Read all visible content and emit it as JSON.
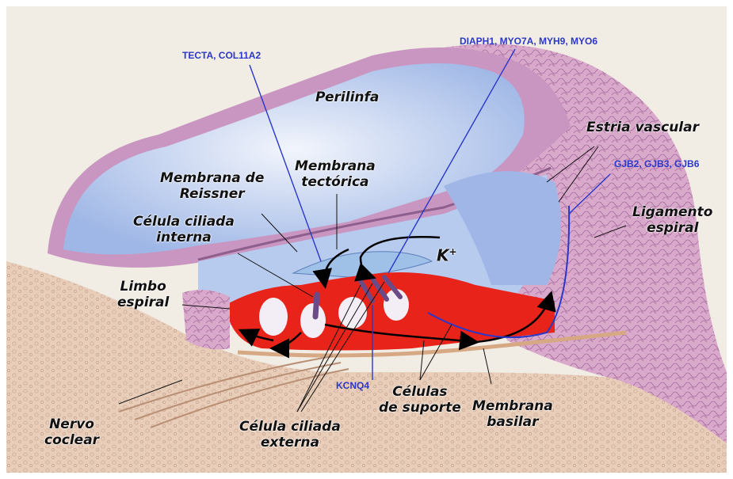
{
  "labels": {
    "perilinfa": "Perilinfa",
    "estria_vascular": "Estria vascular",
    "membrana_reissner": [
      "Membrana de",
      "Reissner"
    ],
    "membrana_tectorica": [
      "Membrana",
      "tectórica"
    ],
    "celula_ciliada_interna": [
      "Célula ciliada",
      "interna"
    ],
    "limbo_espiral": [
      "Limbo",
      "espiral"
    ],
    "ligamento_espiral": [
      "Ligamento",
      "espiral"
    ],
    "k_ion": "K",
    "k_charge": "+",
    "nervo_coclear": [
      "Nervo",
      "coclear"
    ],
    "celula_ciliada_externa": [
      "Célula ciliada",
      "externa"
    ],
    "celulas_suporte": [
      "Células",
      "de suporte"
    ],
    "membrana_basilar": [
      "Membrana",
      "basilar"
    ]
  },
  "genes": {
    "tecta": "TECTA, COL11A2",
    "diaph": "DIAPH1, MYO7A, MYH9, MYO6",
    "gjb": "GJB2, GJB3, GJB6",
    "kcnq4": "KCNQ4"
  },
  "colors": {
    "fluid": "#a9c1ea",
    "fluid_light": "#e8eefa",
    "wall": "#dfb3d2",
    "wall_dark": "#b987b3",
    "bone": "#e6c9b4",
    "cells_red": "#e8231a",
    "gene_text": "#2a37c9",
    "gene_line": "#2a37c9"
  }
}
